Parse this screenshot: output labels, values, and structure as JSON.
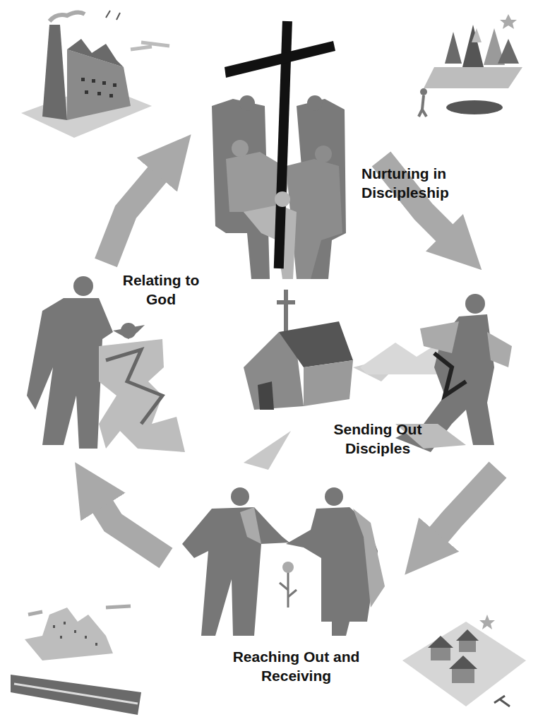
{
  "diagram": {
    "labels": [
      "Nurturing in Discipleship",
      "Relating to God",
      "Sending Out Disciples",
      "Reaching Out and Receiving"
    ]
  }
}
